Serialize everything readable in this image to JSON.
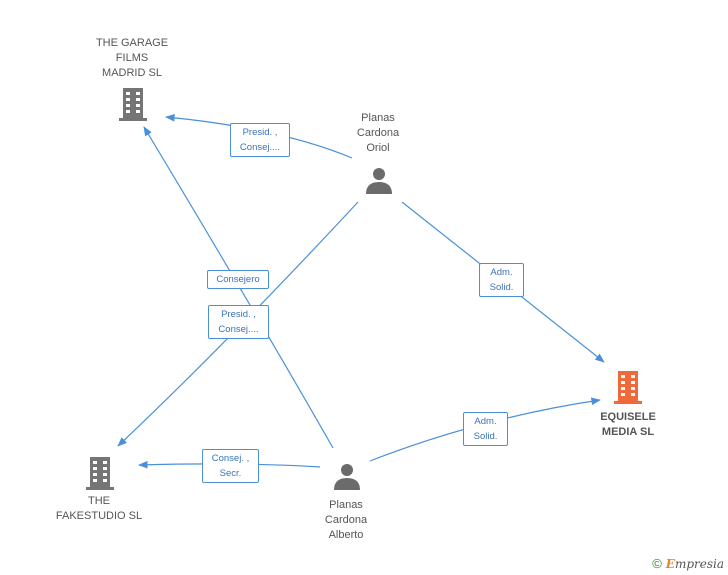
{
  "nodes": {
    "garage": {
      "label_lines": [
        "THE GARAGE",
        "FILMS",
        "MADRID SL"
      ],
      "type": "company"
    },
    "fakestudio": {
      "label_lines": [
        "THE",
        "FAKESTUDIO SL"
      ],
      "type": "company"
    },
    "equisele": {
      "label_lines": [
        "EQUISELE",
        "MEDIA SL"
      ],
      "type": "company-highlight"
    },
    "oriol": {
      "label_lines": [
        "Planas",
        "Cardona",
        "Oriol"
      ],
      "type": "person"
    },
    "alberto": {
      "label_lines": [
        "Planas",
        "Cardona",
        "Alberto"
      ],
      "type": "person"
    }
  },
  "edges": {
    "oriol_garage": {
      "lines": [
        "Presid. ,",
        "Consej...."
      ]
    },
    "oriol_equisele": {
      "lines": [
        "Adm.",
        "Solid."
      ]
    },
    "alberto_garage": {
      "lines": [
        "Consejero"
      ]
    },
    "oriol_fakestudio": {
      "lines": [
        "Presid. ,",
        "Consej...."
      ]
    },
    "alberto_fakestudio": {
      "lines": [
        "Consej. ,",
        "Secr."
      ]
    },
    "alberto_equisele": {
      "lines": [
        "Adm.",
        "Solid."
      ]
    }
  },
  "colors": {
    "edge": "#4a90d9",
    "company_icon": "#757575",
    "highlight_icon": "#f0693a",
    "person_icon": "#6b6b6b"
  },
  "footer": {
    "copyright_symbol": "©",
    "brand_initial": "E",
    "brand_rest": "mpresia"
  }
}
